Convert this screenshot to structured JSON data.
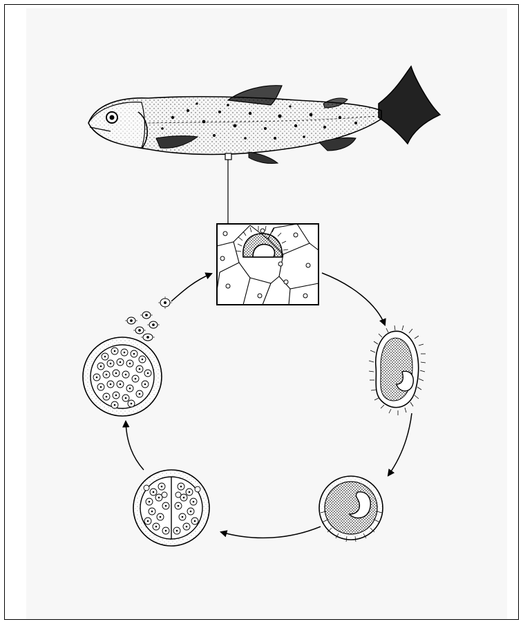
{
  "figure": {
    "subject": "fish",
    "stages": [
      {
        "name": "skin-infection-stage"
      },
      {
        "name": "free-trophont-stage"
      },
      {
        "name": "encysted-tomont-stage"
      },
      {
        "name": "dividing-tomont-stage"
      },
      {
        "name": "mature-cyst-stage"
      },
      {
        "name": "released-theronts-stage"
      }
    ],
    "colors": {
      "ink": "#000000",
      "paper": "#f7f7f7",
      "frame": "#000000"
    }
  }
}
